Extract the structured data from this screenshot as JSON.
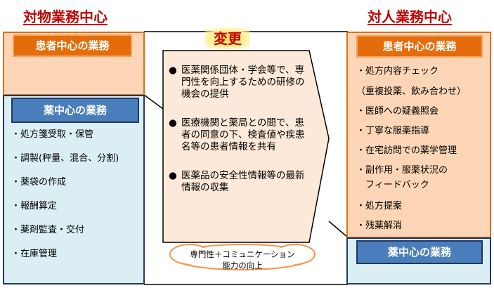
{
  "left": {
    "title": "対物業務中心",
    "patient_header": "患者中心の業務",
    "drug_header": "薬中心の業務",
    "items": [
      "・処方箋受取・保管",
      "・調製(秤量、混合、分割)",
      "・薬袋の作成",
      "・報酬算定",
      "・薬剤監査・交付",
      "・在庫管理"
    ]
  },
  "center": {
    "change_label": "変更",
    "bullets": [
      "医薬関係団体・学会等で、専門性を向上するための研修の機会の提供",
      "医療機関と薬局との間で、患者の同意の下、検査値や疾患名等の患者情報を共有",
      "医薬品の安全性情報等の最新情報の収集"
    ],
    "cloud_line1": "専門性＋コミュニケーション",
    "cloud_line2": "能力の向上"
  },
  "right": {
    "title": "対人業務中心",
    "patient_header": "患者中心の業務",
    "drug_header": "薬中心の業務",
    "items": [
      "・処方内容チェック",
      "（重複投薬、飲み合わせ）",
      "・医師への疑義照会",
      "・丁寧な服薬指導",
      "・在宅訪問での薬学管理",
      "・副作用・服薬状況の",
      "　フィードバック",
      "・処方提案",
      "・残薬解消"
    ]
  }
}
